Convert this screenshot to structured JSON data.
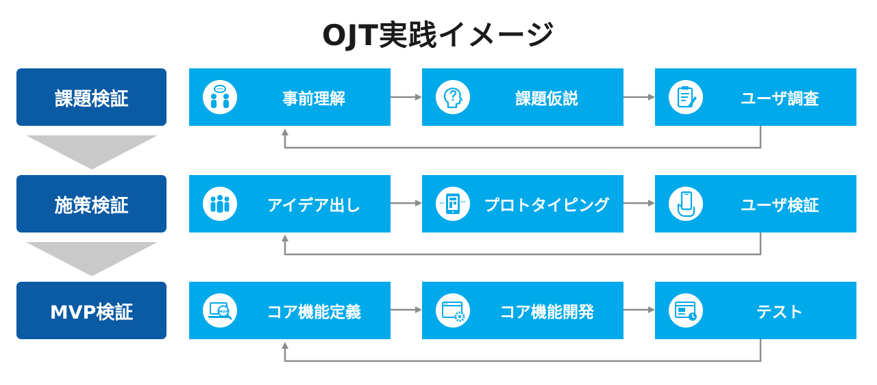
{
  "title": "OJT実践イメージ",
  "phases": [
    {
      "label": "課題検証",
      "steps": [
        {
          "label": "事前理解",
          "icon": "discussion-people-icon"
        },
        {
          "label": "課題仮説",
          "icon": "head-question-icon"
        },
        {
          "label": "ユーザ調査",
          "icon": "clipboard-pen-icon"
        }
      ]
    },
    {
      "label": "施策検証",
      "steps": [
        {
          "label": "アイデア出し",
          "icon": "group-people-icon"
        },
        {
          "label": "プロトタイピング",
          "icon": "tablet-wireframe-icon"
        },
        {
          "label": "ユーザ検証",
          "icon": "hand-smartphone-icon"
        }
      ]
    },
    {
      "label": "MVP検証",
      "steps": [
        {
          "label": "コア機能定義",
          "icon": "laptop-mvp-magnifier-icon"
        },
        {
          "label": "コア機能開発",
          "icon": "browser-gear-icon"
        },
        {
          "label": "テスト",
          "icon": "browser-clock-icon"
        }
      ]
    }
  ],
  "icon_texts": {
    "mvp": "MVP"
  },
  "colors": {
    "phase_box": "#0b5aa4",
    "step_box": "#00a9ea",
    "chevron": "#c9c9c9",
    "connector": "#8c8c8c",
    "text": "#1a1a1a"
  }
}
